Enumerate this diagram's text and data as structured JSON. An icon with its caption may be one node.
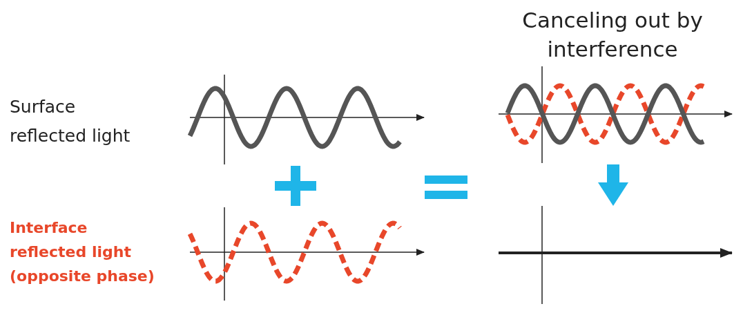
{
  "diagram": {
    "title": "Canceling out by interference",
    "nodes": [
      {
        "text": [],
        "shape": "picture"
      },
      {
        "text": [],
        "shape": "picture"
      }
    ],
    "edges": [
      {
        "from": 0,
        "to": 1,
        "arrow": "to",
        "color": "#1fb5e8"
      }
    ],
    "labels": [
      "Surface reflected light",
      "Interface reflected light (opposite phase)"
    ]
  }
}
